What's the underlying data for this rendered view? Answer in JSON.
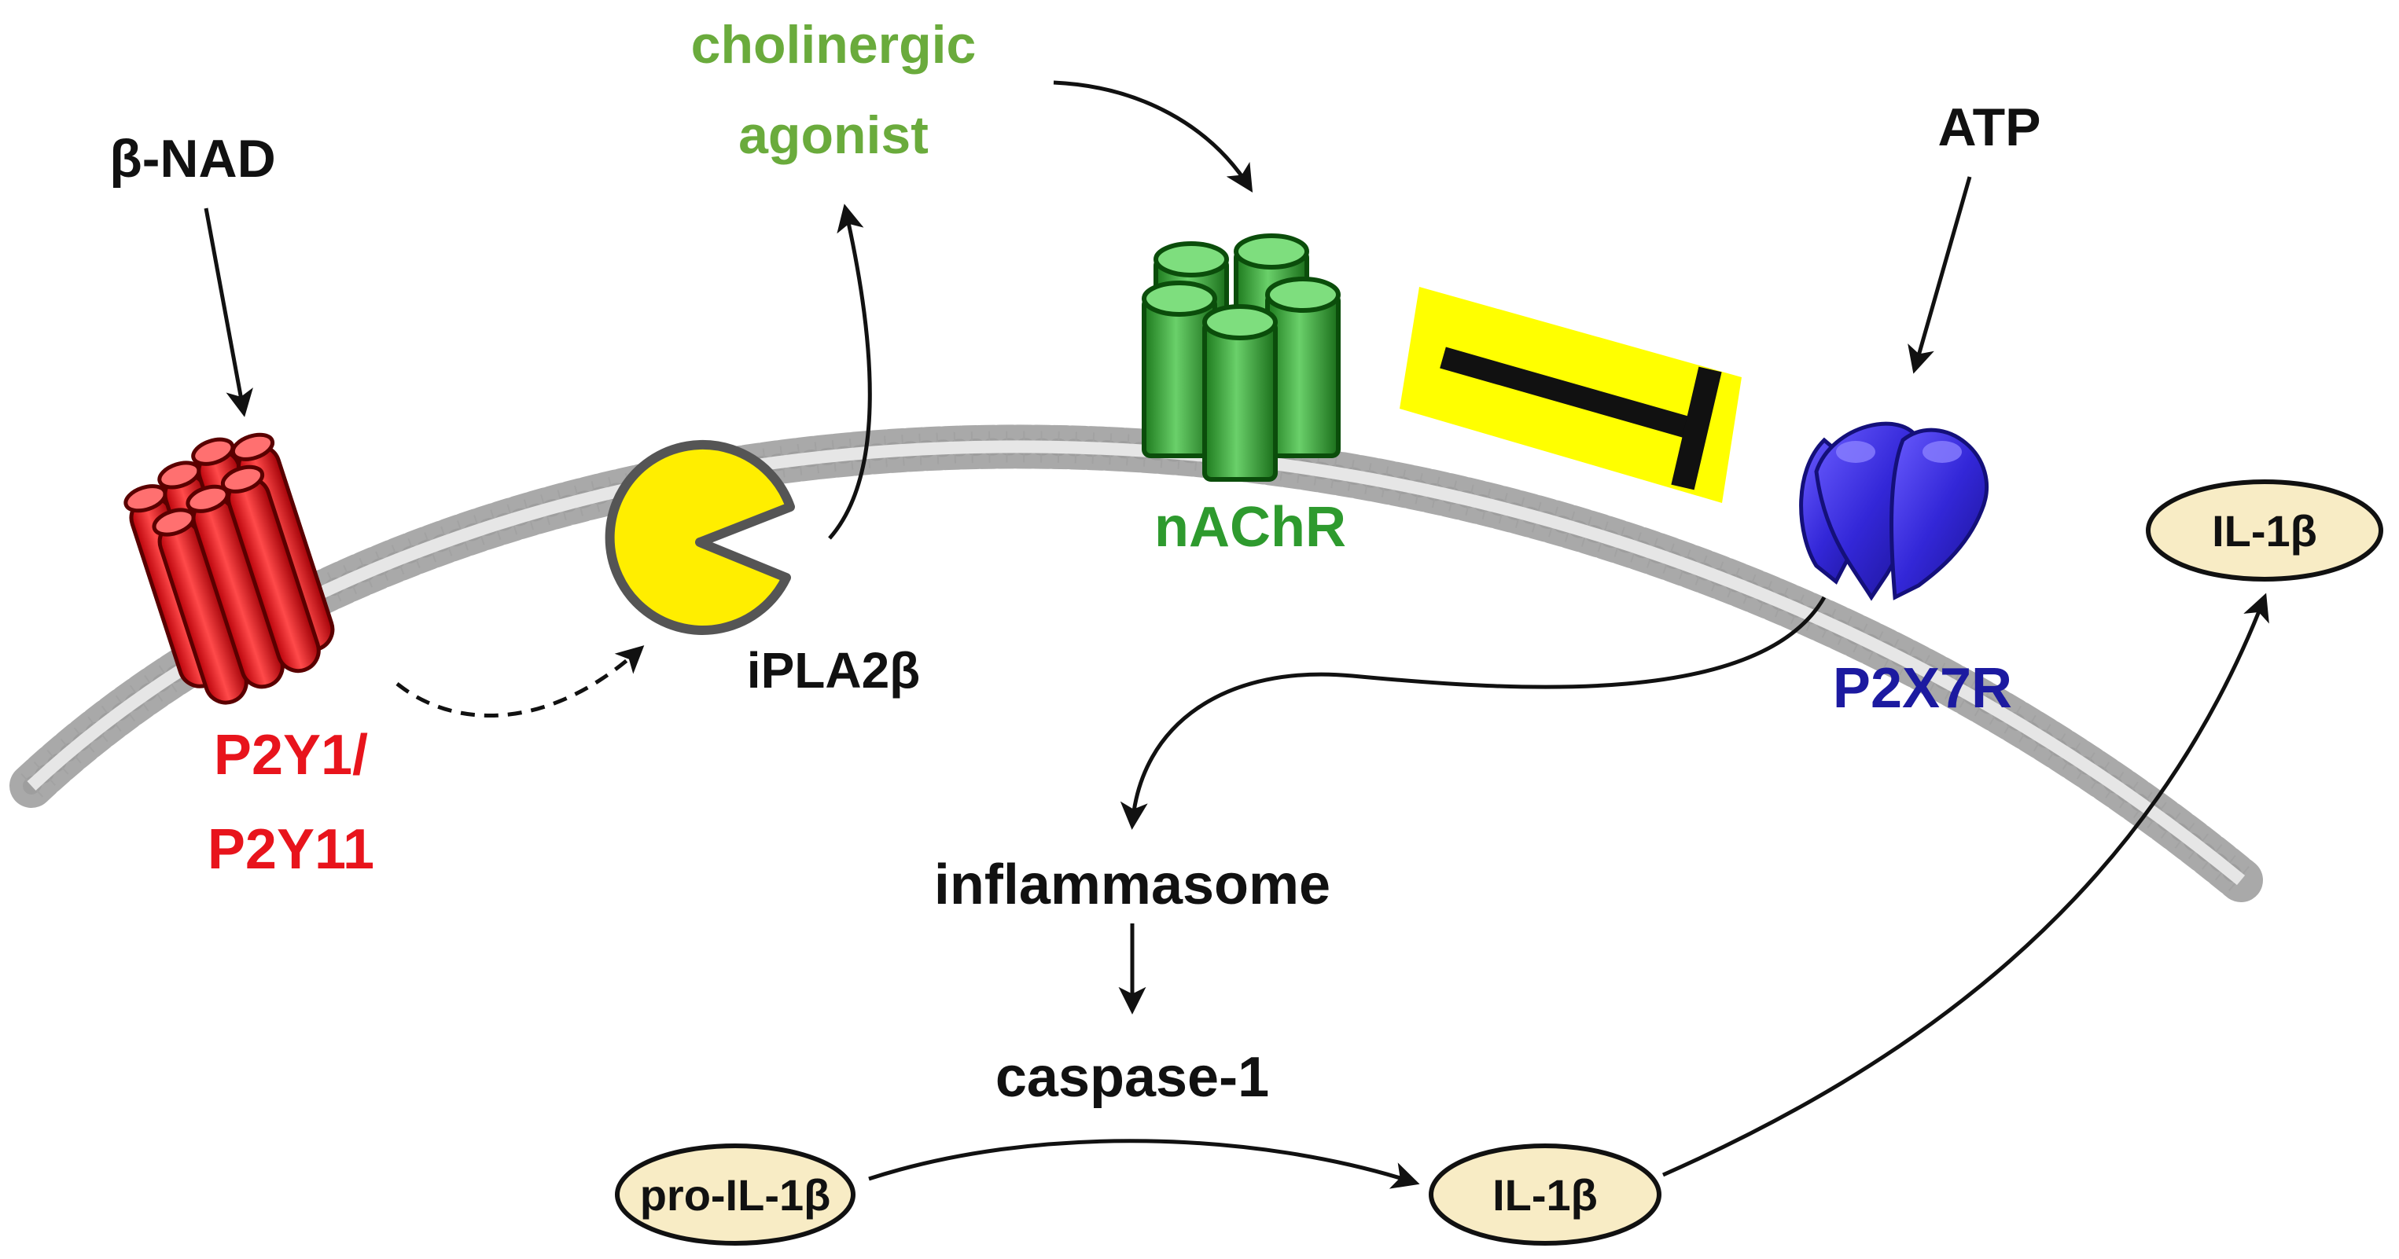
{
  "labels": {
    "beta_nad": "β-NAD",
    "cholinergic_line1": "cholinergic",
    "cholinergic_line2": "agonist",
    "atp": "ATP",
    "p2y_line1": "P2Y1/",
    "p2y_line2": "P2Y11",
    "ipla2b": "iPLA2β",
    "nachr": "nAChR",
    "p2x7r": "P2X7R",
    "inflammasome": "inflammasome",
    "caspase": "caspase-1",
    "pro_il1b": "pro-IL-1β",
    "il1b_inside": "IL-1β",
    "il1b_outside": "IL-1β"
  },
  "colors": {
    "black": "#111111",
    "p2y_red": "#e8141c",
    "p2y_dark": "#7a0000",
    "agonist_green": "#6aab3c",
    "nachr_green": "#2e9a2e",
    "nachr_dark": "#0b4d0b",
    "p2x7r_blue": "#1c1aa0",
    "p2x7r_fill": "#3a2ee0",
    "ipla_yellow": "#ffee00",
    "inhibit_yellow": "#ffff00",
    "membrane_gray": "#8c8c8c",
    "pill_fill": "#f8ecc5"
  },
  "icons": [
    "p2y-receptor-icon",
    "ipla2b-enzyme-icon",
    "nachr-channel-icon",
    "p2x7r-channel-icon",
    "inhibition-icon"
  ]
}
